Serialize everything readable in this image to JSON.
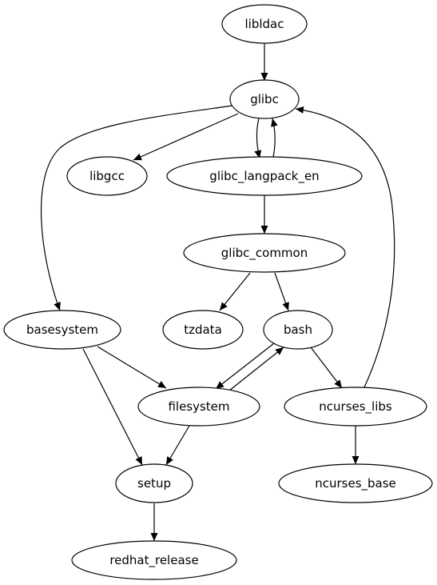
{
  "graph": {
    "nodes": [
      {
        "id": "libldac",
        "label": "libldac"
      },
      {
        "id": "glibc",
        "label": "glibc"
      },
      {
        "id": "libgcc",
        "label": "libgcc"
      },
      {
        "id": "glibc_langpack_en",
        "label": "glibc_langpack_en"
      },
      {
        "id": "glibc_common",
        "label": "glibc_common"
      },
      {
        "id": "basesystem",
        "label": "basesystem"
      },
      {
        "id": "tzdata",
        "label": "tzdata"
      },
      {
        "id": "bash",
        "label": "bash"
      },
      {
        "id": "filesystem",
        "label": "filesystem"
      },
      {
        "id": "ncurses_libs",
        "label": "ncurses_libs"
      },
      {
        "id": "setup",
        "label": "setup"
      },
      {
        "id": "ncurses_base",
        "label": "ncurses_base"
      },
      {
        "id": "redhat_release",
        "label": "redhat_release"
      }
    ],
    "edges": [
      {
        "from": "libldac",
        "to": "glibc"
      },
      {
        "from": "glibc",
        "to": "libgcc"
      },
      {
        "from": "glibc",
        "to": "glibc_langpack_en"
      },
      {
        "from": "glibc_langpack_en",
        "to": "glibc"
      },
      {
        "from": "glibc",
        "to": "basesystem"
      },
      {
        "from": "glibc_langpack_en",
        "to": "glibc_common"
      },
      {
        "from": "glibc_common",
        "to": "tzdata"
      },
      {
        "from": "glibc_common",
        "to": "bash"
      },
      {
        "from": "bash",
        "to": "filesystem"
      },
      {
        "from": "filesystem",
        "to": "bash"
      },
      {
        "from": "bash",
        "to": "ncurses_libs"
      },
      {
        "from": "ncurses_libs",
        "to": "glibc"
      },
      {
        "from": "basesystem",
        "to": "filesystem"
      },
      {
        "from": "basesystem",
        "to": "setup"
      },
      {
        "from": "filesystem",
        "to": "setup"
      },
      {
        "from": "ncurses_libs",
        "to": "ncurses_base"
      },
      {
        "from": "setup",
        "to": "redhat_release"
      }
    ]
  }
}
